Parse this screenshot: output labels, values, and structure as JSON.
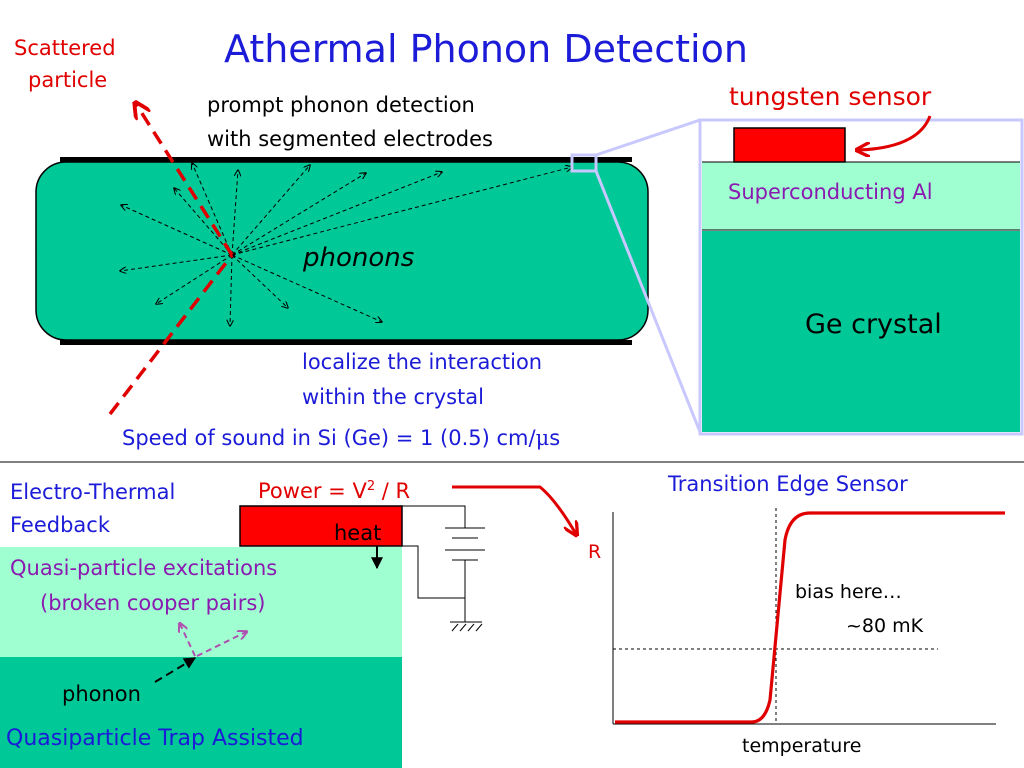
{
  "title": "Athermal Phonon Detection",
  "top": {
    "scattered_label_line1": "Scattered",
    "scattered_label_line2": "particle",
    "prompt_line1": "prompt phonon detection",
    "prompt_line2": "with segmented electrodes",
    "phonons_label": "phonons",
    "localize_line1": "localize the interaction",
    "localize_line2": "within the crystal",
    "speed_prefix": "Speed of sound in Si (Ge) = 1 (0.5) cm/",
    "speed_mu": "μ",
    "speed_suffix": "s",
    "tungsten_label": "tungsten sensor",
    "al_label": "Superconducting Al",
    "ge_label": "Ge crystal"
  },
  "bottom": {
    "etf_line1": "Electro-Thermal",
    "etf_line2": "Feedback",
    "power_prefix": "Power = V",
    "power_exp": "2",
    "power_suffix": " / R",
    "heat_label": "heat",
    "qp_line1": "Quasi-particle excitations",
    "qp_line2": "(broken cooper pairs)",
    "phonon_label": "phonon",
    "trap_label": "Quasiparticle Trap Assisted",
    "tes_title": "Transition Edge Sensor",
    "r_axis": "R",
    "bias_line1": "bias here…",
    "bias_line2": "~80 mK",
    "temp_axis": "temperature"
  },
  "colors": {
    "crystal_green": "#00c896",
    "light_green": "#a0ffd0",
    "sensor_red": "#ff0000",
    "frame_lavender": "#c8c8ff",
    "title_blue": "#1b1bd8",
    "label_purple": "#8a1ab0"
  }
}
